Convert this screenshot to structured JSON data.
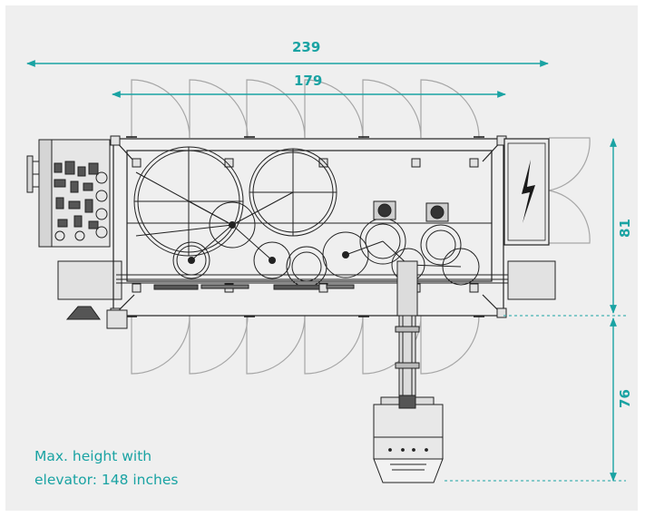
{
  "dimensions": {
    "overall_length": "239",
    "inner_length": "179",
    "machine_width": "81",
    "elevator_extension": "76"
  },
  "note": {
    "line1": "Max. height with",
    "line2": "elevator: 148 inches"
  },
  "colors": {
    "accent": "#1aa3a3",
    "background": "#efefef",
    "line_art": "#222222",
    "door_swing": "#a6a6a6"
  },
  "icons": {
    "electrical_panel": "lightning-bolt-icon"
  }
}
